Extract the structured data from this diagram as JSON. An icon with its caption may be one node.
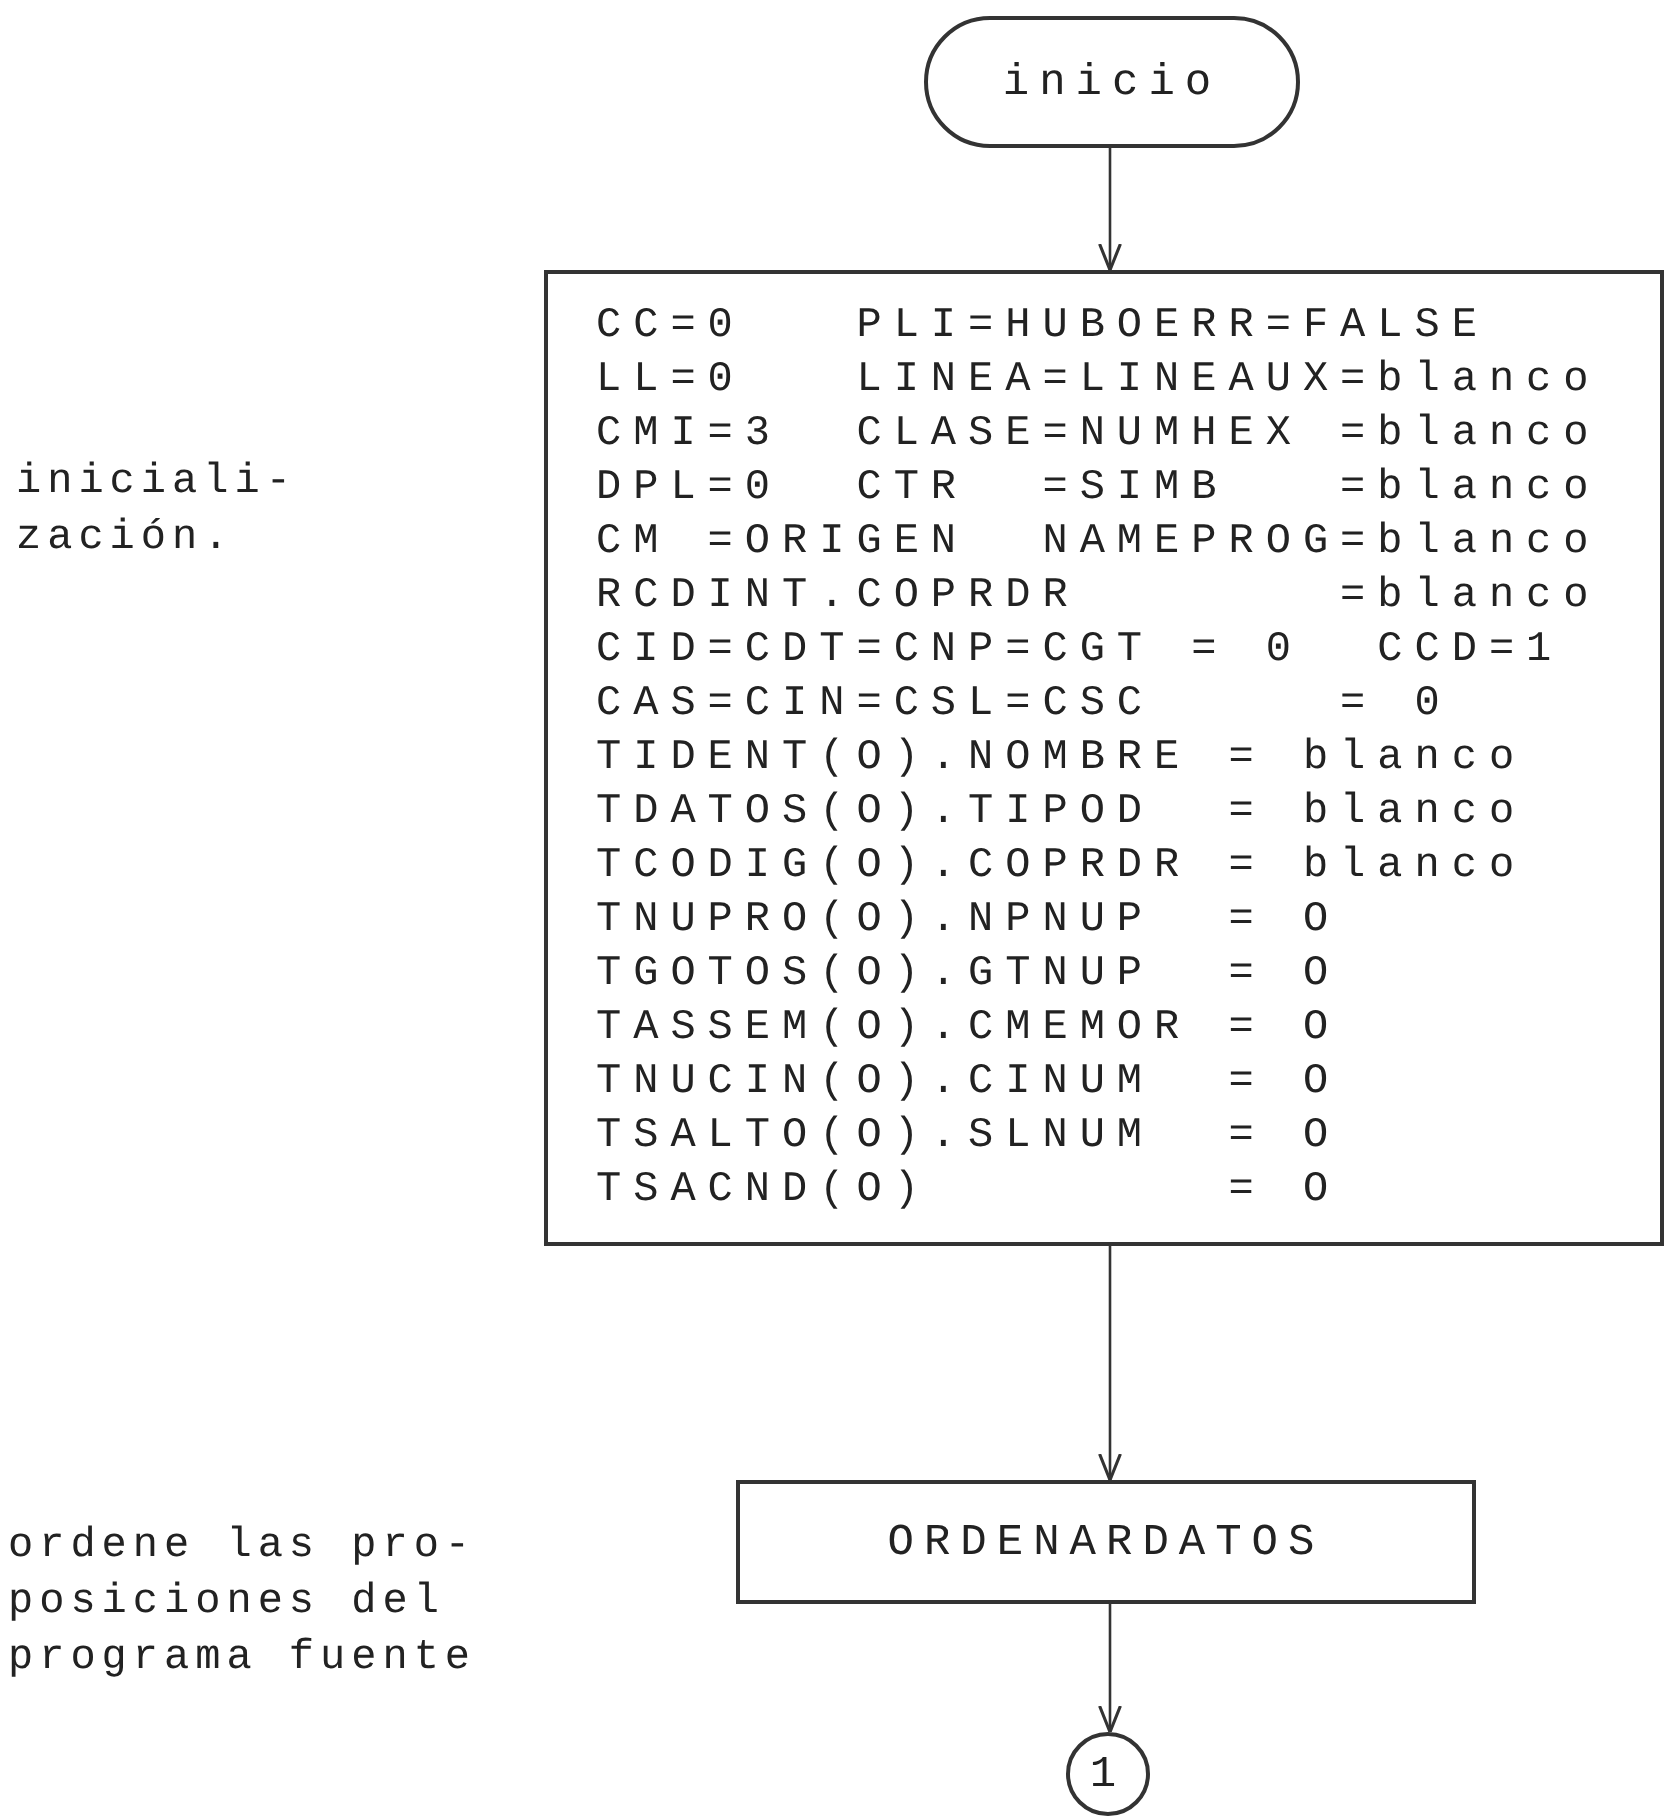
{
  "diagram": {
    "nodes": [
      {
        "text": [
          "inicio"
        ]
      },
      {
        "text": [
          "CC=0   PLI=HUBOERR=FALSE",
          "LL=0   LINEA=LINEAUX=blanco",
          "CMI=3  CLASE=NUMHEX =blanco",
          "DPL=0  CTR  =SIMB   =blanco",
          "CM =ORIGEN  NAMEPROG=blanco",
          "RCDINT.COPRDR       =blanco",
          "CID=CDT=CNP=CGT = 0  CCD=1",
          "CAS=CIN=CSL=CSC     = 0",
          "TIDENT(O).NOMBRE = blanco",
          "TDATOS(O).TIPOD  = blanco",
          "TCODIG(O).COPRDR = blanco",
          "TNUPRO(O).NPNUP  = O",
          "TGOTOS(O).GTNUP  = O",
          "TASSEM(O).CMEMOR = O",
          "TNUCIN(O).CINUM  = O",
          "TSALTO(O).SLNUM  = O",
          "TSACND(O)        = O"
        ]
      },
      {
        "text": [
          "ORDENARDATOS"
        ]
      },
      {
        "text": [
          "1"
        ]
      }
    ],
    "edges": [
      {
        "from": 0,
        "to": 1,
        "arrow": "to"
      },
      {
        "from": 1,
        "to": 2,
        "arrow": "to"
      },
      {
        "from": 2,
        "to": 3,
        "arrow": "to"
      }
    ],
    "labels": [
      "iniciali- zación.",
      "ordene las pro- posiciones del programa fuente"
    ]
  }
}
